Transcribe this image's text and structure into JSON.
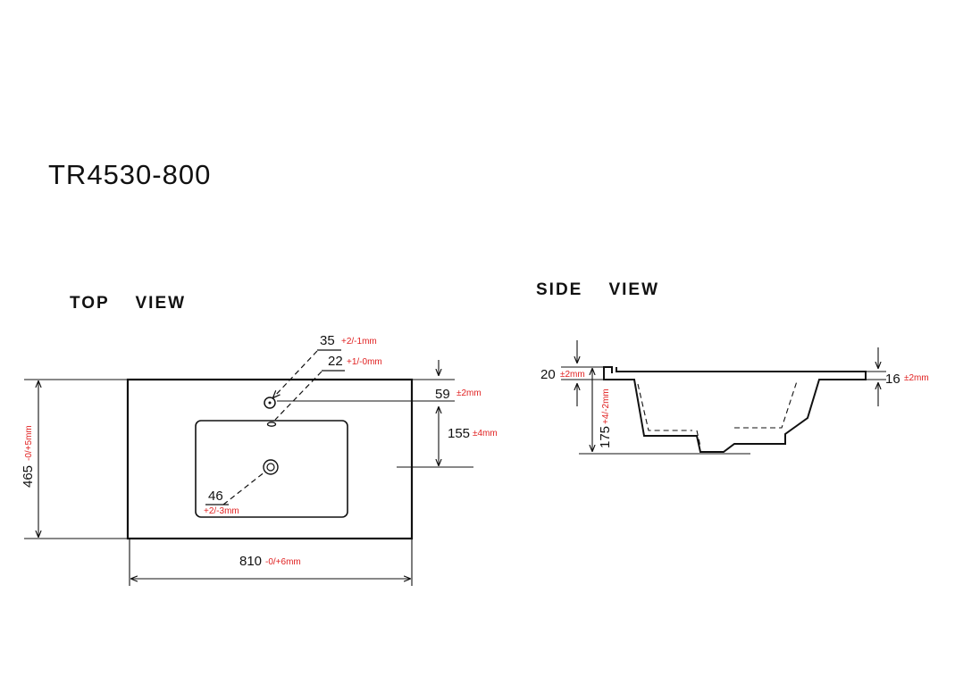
{
  "title": "TR4530-800",
  "top_view": {
    "heading": "TOP    VIEW",
    "dims": {
      "d35": {
        "value": "35",
        "tol": "+2/-1mm"
      },
      "d22": {
        "value": "22",
        "tol": "+1/-0mm"
      },
      "d59": {
        "value": "59",
        "tol": "±2mm"
      },
      "d155": {
        "value": "155",
        "tol": "±4mm"
      },
      "d465": {
        "value": "465",
        "tol": "-0/+5mm"
      },
      "d46": {
        "value": "46",
        "tol": "+2/-3mm"
      },
      "d810": {
        "value": "810",
        "tol": "-0/+6mm"
      }
    }
  },
  "side_view": {
    "heading": "SIDE    VIEW",
    "dims": {
      "d20": {
        "value": "20",
        "tol": "±2mm"
      },
      "d175": {
        "value": "175",
        "tol": "+4/-2mm"
      },
      "d16": {
        "value": "16",
        "tol": "±2mm"
      }
    }
  },
  "colors": {
    "line": "#111111",
    "tolerance": "#e02020"
  }
}
